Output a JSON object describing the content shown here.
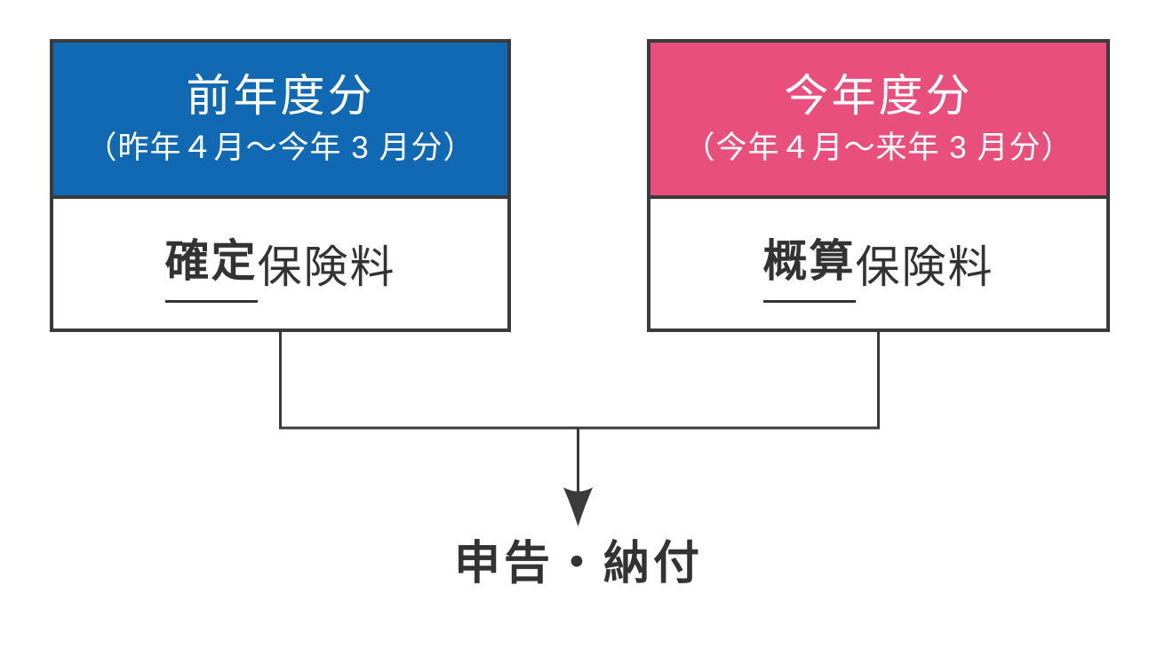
{
  "colors": {
    "background": "#ffffff",
    "border": "#3b3b3b",
    "text": "#333333",
    "header_text": "#ffffff",
    "left_header_bg": "#1169b4",
    "right_header_bg": "#e94f7d"
  },
  "boxes": {
    "left": {
      "title": "前年度分",
      "subtitle": "（昨年４月〜今年 3 月分）",
      "body_emphasis": "確定",
      "body_rest": "保険料"
    },
    "right": {
      "title": "今年度分",
      "subtitle": "（今年４月〜来年 3 月分）",
      "body_emphasis": "概算",
      "body_rest": "保険料"
    }
  },
  "flow": {
    "result_label": "申告・納付"
  }
}
